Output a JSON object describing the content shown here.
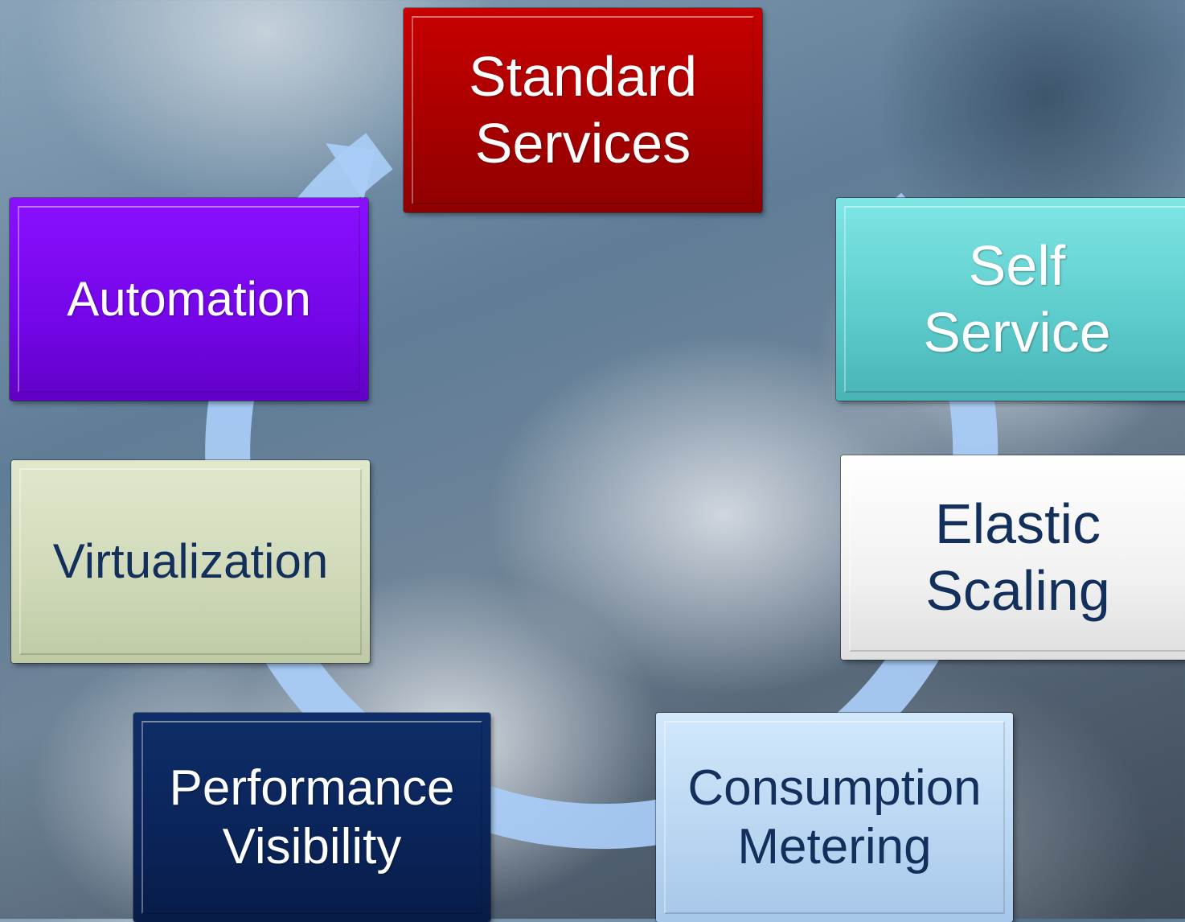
{
  "diagram": {
    "steps": [
      {
        "label": "Standard\nServices"
      },
      {
        "label": "Self\nService"
      },
      {
        "label": "Elastic\nScaling"
      },
      {
        "label": "Consumption\nMetering"
      },
      {
        "label": "Performance\nVisibility"
      },
      {
        "label": "Virtualization"
      },
      {
        "label": "Automation"
      }
    ]
  },
  "colors": {
    "cycle_arrow": "#a9cdf7",
    "standard_services": "#b50000",
    "self_service": "#5fcfcf",
    "elastic_scaling": "#f2f2f2",
    "consumption_metering": "#bcd8f2",
    "performance_visibility": "#0c275e",
    "virtualization": "#d2dcbc",
    "automation": "#7a06ef",
    "dark_text": "#13305c"
  },
  "icons": {
    "cycle": "circular-arrow-icon"
  }
}
